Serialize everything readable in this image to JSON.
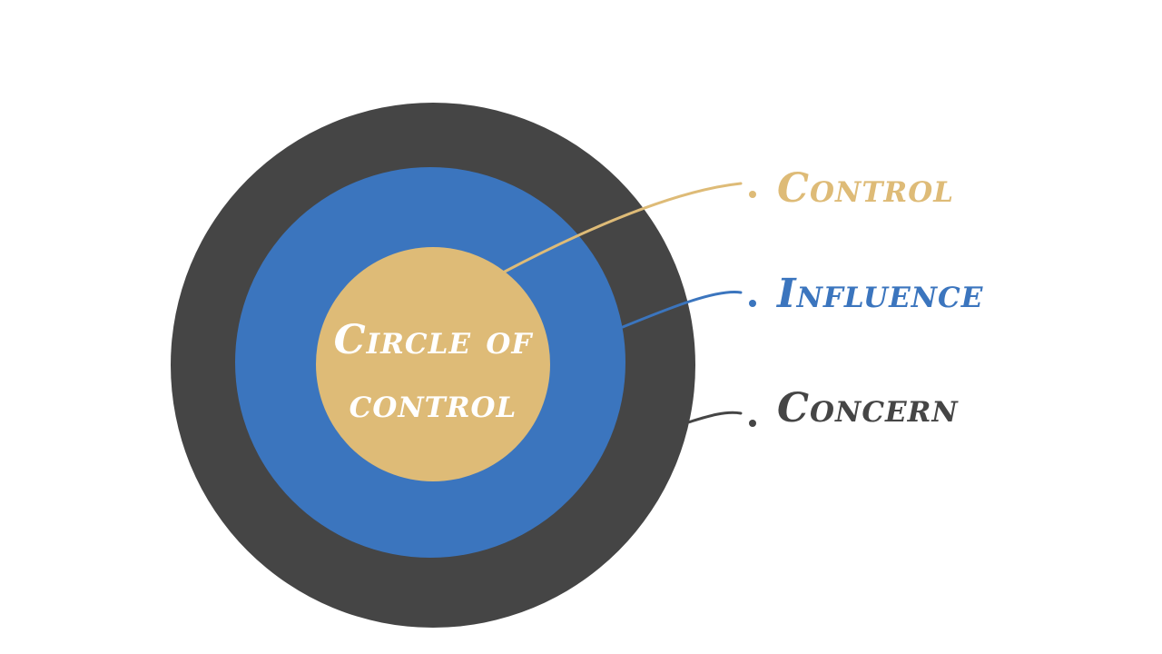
{
  "diagram": {
    "center_line1": "Circle of",
    "center_line2": "control",
    "rings": [
      {
        "name": "Concern",
        "color": "#454545"
      },
      {
        "name": "Influence",
        "color": "#3b75be"
      },
      {
        "name": "Control",
        "color": "#debb77"
      }
    ],
    "labels": {
      "control": "Control",
      "influence": "Influence",
      "concern": "Concern"
    },
    "colors": {
      "concern": "#454545",
      "influence": "#3b75be",
      "control": "#debb77",
      "center_text": "#ffffff",
      "background": "#ffffff"
    }
  }
}
